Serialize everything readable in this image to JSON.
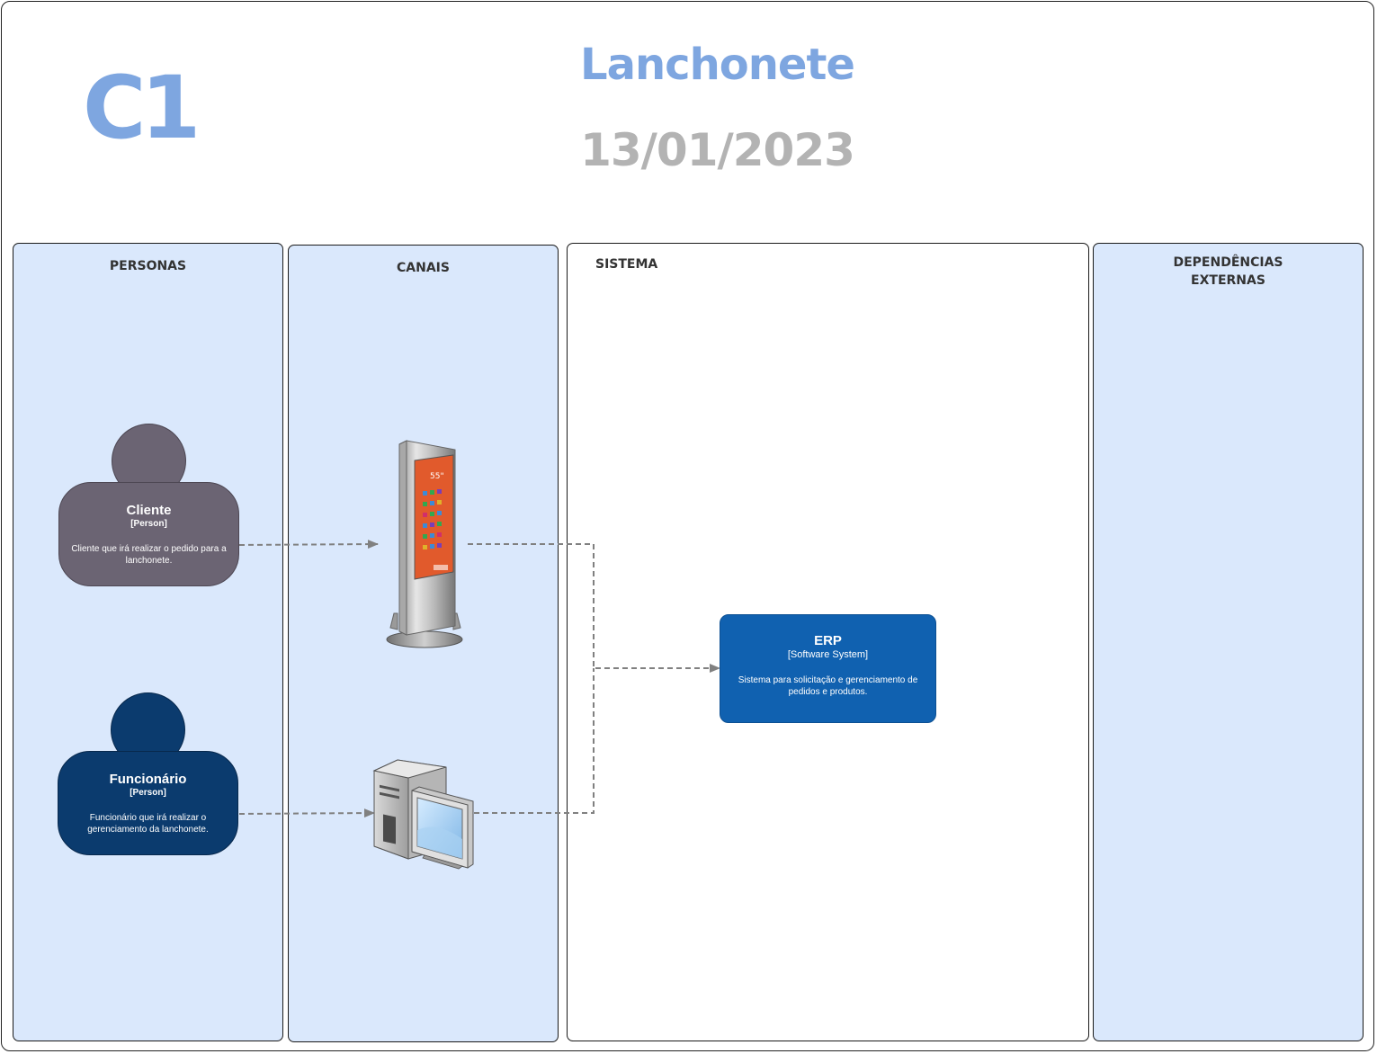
{
  "header": {
    "badge": "C1",
    "title": "Lanchonete",
    "date": "13/01/2023"
  },
  "lanes": {
    "personas": "PERSONAS",
    "canais": "CANAIS",
    "sistema": "SISTEMA",
    "dependencias": "DEPENDÊNCIAS EXTERNAS"
  },
  "persons": [
    {
      "name": "Cliente",
      "type": "[Person]",
      "description": "Cliente que irá realizar o pedido para a lanchonete."
    },
    {
      "name": "Funcionário",
      "type": "[Person]",
      "description": "Funcionário que irá realizar o gerenciamento da lanchonete."
    }
  ],
  "system": {
    "name": "ERP",
    "type": "[Software System]",
    "description": "Sistema para solicitação e gerenciamento de pedidos e produtos."
  },
  "kiosk_screen": {
    "size_label": "55\""
  },
  "colors": {
    "accent": "#7ea6e0",
    "date": "#b3b3b3",
    "lane_fill": "#dae8fc",
    "cliente": "#6b6473",
    "funcionario": "#0b3b6e",
    "erp": "#1061b0",
    "connector": "#808080"
  },
  "icons": [
    "kiosk-icon",
    "desktop-computer-icon"
  ]
}
